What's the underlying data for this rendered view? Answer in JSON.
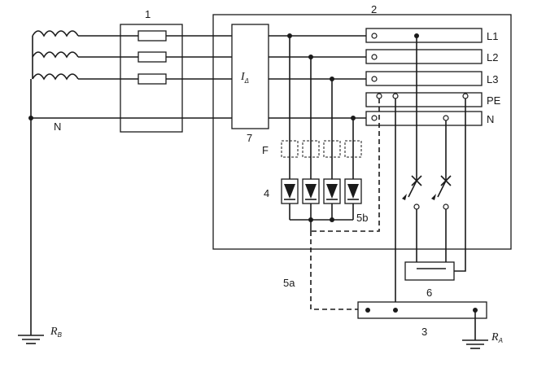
{
  "labels": {
    "box1": "1",
    "box2": "2",
    "busbar": "3",
    "spd_group": "4",
    "conductor_5a": "5a",
    "conductor_5b": "5b",
    "box6": "6",
    "rcd": "7",
    "fuses": "F",
    "neutral_left": "N",
    "rcd_symbol": "I",
    "rcd_symbol_sub": "Δ"
  },
  "terminals": [
    "L1",
    "L2",
    "L3",
    "PE",
    "N"
  ],
  "earth": {
    "left": "R",
    "left_sub": "B",
    "right": "R",
    "right_sub": "A"
  }
}
